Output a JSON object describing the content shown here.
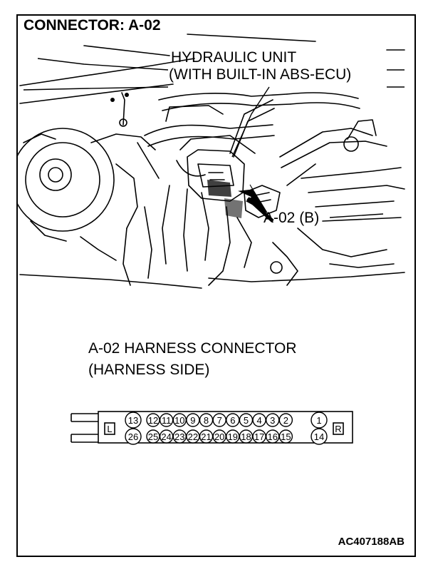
{
  "title": "CONNECTOR: A-02",
  "callouts": {
    "unit_line1": "HYDRAULIC UNIT",
    "unit_line2": "(WITH BUILT-IN ABS-ECU)",
    "connector_tag": "A-02 (B)"
  },
  "harness": {
    "title_line1": "A-02 HARNESS CONNECTOR",
    "title_line2": "(HARNESS SIDE)",
    "left_marker": "L",
    "right_marker": "R",
    "top_row": [
      "13",
      "12",
      "11",
      "10",
      "9",
      "8",
      "7",
      "6",
      "5",
      "4",
      "3",
      "2",
      "1"
    ],
    "bottom_row": [
      "26",
      "25",
      "24",
      "23",
      "22",
      "21",
      "20",
      "19",
      "18",
      "17",
      "16",
      "15",
      "14"
    ]
  },
  "footer": {
    "code": "AC407188AB"
  }
}
